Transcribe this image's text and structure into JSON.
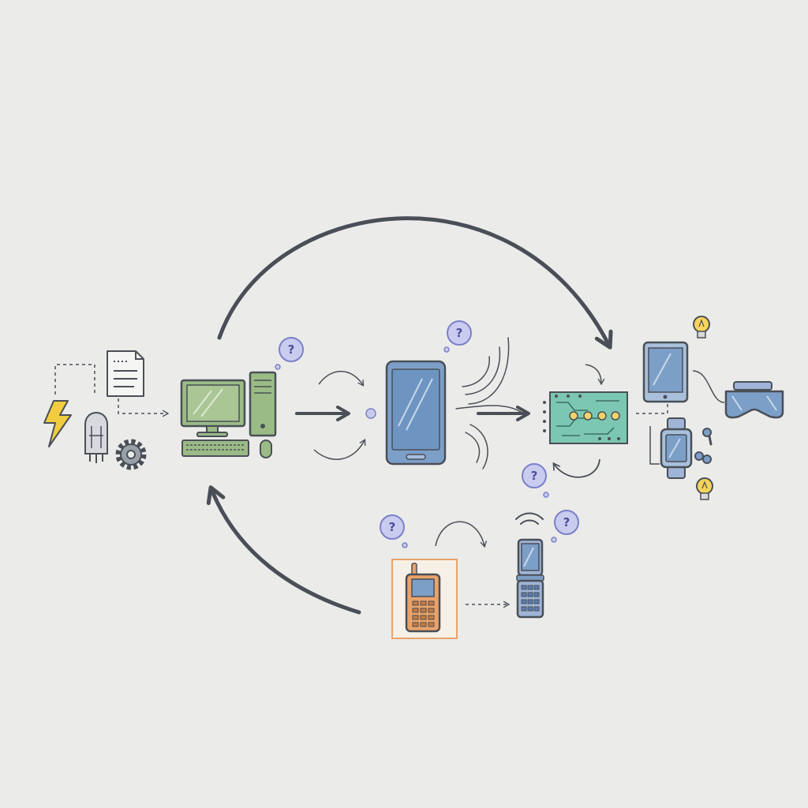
{
  "question_mark": "?",
  "colors": {
    "background": "#ebebea",
    "stroke": "#4a4f57",
    "bubble_fill": "#c9ccef",
    "bubble_stroke": "#7b80c8",
    "desktop_green": "#9bbb86",
    "phone_blue": "#7c9fc8",
    "board_teal": "#7cc7b1",
    "feature_phone_orange": "#e8a36a",
    "lightning_yellow": "#f2cc3f",
    "bulb_yellow": "#f6d55a",
    "flip_phone_blue": "#9fb4d6"
  },
  "nodes": [
    "power-icon",
    "document-icon",
    "vacuum-tube-icon",
    "gear-icon",
    "desktop-computer",
    "smartphone",
    "circuit-board",
    "tablet",
    "smartwatch",
    "earbuds-icon",
    "vr-headset-icon",
    "feature-phone",
    "flip-phone",
    "lightbulb-icon"
  ]
}
